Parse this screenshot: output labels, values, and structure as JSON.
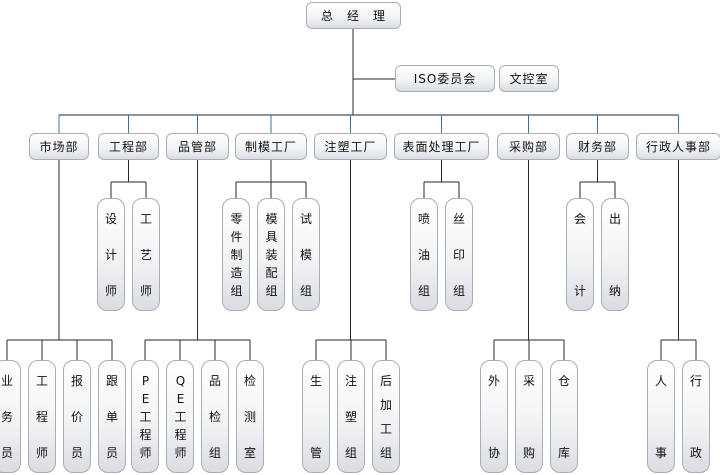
{
  "org": {
    "ceo": "总　经　理",
    "iso_committee": "ISO委员会",
    "document_control": "文控室",
    "departments": [
      {
        "id": "market",
        "label": "市场部",
        "units": [
          "业务员",
          "工程师",
          "报价员",
          "跟单员"
        ]
      },
      {
        "id": "engineering",
        "label": "工程部",
        "units": [
          "设计师",
          "工艺师"
        ]
      },
      {
        "id": "quality",
        "label": "品管部",
        "units": [
          "PE工程师",
          "QE工程师",
          "品检组",
          "检测室"
        ]
      },
      {
        "id": "mold",
        "label": "制模工厂",
        "units": [
          "零件制造组",
          "模具装配组",
          "试模组"
        ]
      },
      {
        "id": "injection",
        "label": "注塑工厂",
        "units": [
          "生管",
          "注塑组",
          "后加工组"
        ]
      },
      {
        "id": "surface",
        "label": "表面处理工厂",
        "units": [
          "喷油组",
          "丝印组"
        ]
      },
      {
        "id": "purchasing",
        "label": "采购部",
        "units": [
          "外协",
          "采购",
          "仓库"
        ]
      },
      {
        "id": "finance",
        "label": "财务部",
        "units": [
          "会计",
          "出纳"
        ]
      },
      {
        "id": "admin",
        "label": "行政人事部",
        "units": [
          "人事",
          "行政"
        ]
      }
    ]
  },
  "colors": {
    "line": "#1f2a36",
    "accent_line": "#2b78a8"
  }
}
